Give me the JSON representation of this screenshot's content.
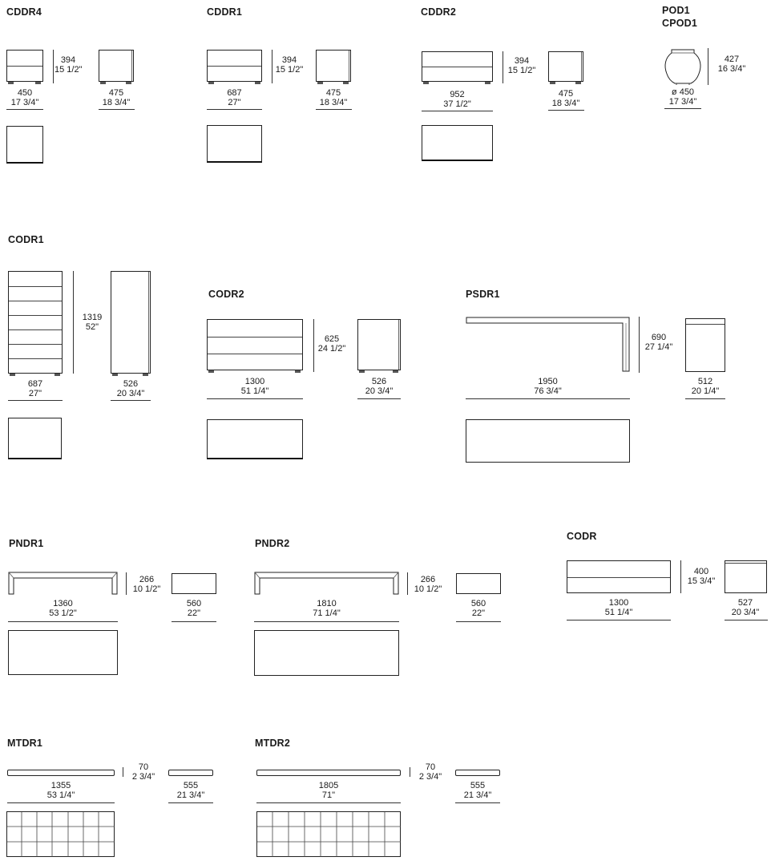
{
  "products": {
    "cddr4": {
      "code": "CDDR4",
      "height_mm": "394",
      "height_in": "15 1/2\"",
      "width_mm": "450",
      "width_in": "17 3/4\"",
      "depth_mm": "475",
      "depth_in": "18 3/4\""
    },
    "cddr1": {
      "code": "CDDR1",
      "height_mm": "394",
      "height_in": "15 1/2\"",
      "width_mm": "687",
      "width_in": "27\"",
      "depth_mm": "475",
      "depth_in": "18 3/4\""
    },
    "cddr2": {
      "code": "CDDR2",
      "height_mm": "394",
      "height_in": "15 1/2\"",
      "width_mm": "952",
      "width_in": "37 1/2\"",
      "depth_mm": "475",
      "depth_in": "18 3/4\""
    },
    "pod1": {
      "code": "POD1",
      "code2": "CPOD1",
      "height_mm": "427",
      "height_in": "16 3/4\"",
      "diameter_mm": "ø 450",
      "diameter_in": "17 3/4\""
    },
    "codr1": {
      "code": "CODR1",
      "height_mm": "1319",
      "height_in": "52\"",
      "width_mm": "687",
      "width_in": "27\"",
      "depth_mm": "526",
      "depth_in": "20 3/4\""
    },
    "codr2": {
      "code": "CODR2",
      "height_mm": "625",
      "height_in": "24 1/2\"",
      "width_mm": "1300",
      "width_in": "51 1/4\"",
      "depth_mm": "526",
      "depth_in": "20 3/4\""
    },
    "psdr1": {
      "code": "PSDR1",
      "height_mm": "690",
      "height_in": "27 1/4\"",
      "width_mm": "1950",
      "width_in": "76 3/4\"",
      "depth_mm": "512",
      "depth_in": "20 1/4\""
    },
    "pndr1": {
      "code": "PNDR1",
      "height_mm": "266",
      "height_in": "10 1/2\"",
      "width_mm": "1360",
      "width_in": "53 1/2\"",
      "depth_mm": "560",
      "depth_in": "22\""
    },
    "pndr2": {
      "code": "PNDR2",
      "height_mm": "266",
      "height_in": "10 1/2\"",
      "width_mm": "1810",
      "width_in": "71 1/4\"",
      "depth_mm": "560",
      "depth_in": "22\""
    },
    "codr": {
      "code": "CODR",
      "height_mm": "400",
      "height_in": "15 3/4\"",
      "width_mm": "1300",
      "width_in": "51 1/4\"",
      "depth_mm": "527",
      "depth_in": "20 3/4\""
    },
    "mtdr1": {
      "code": "MTDR1",
      "height_mm": "70",
      "height_in": "2 3/4\"",
      "width_mm": "1355",
      "width_in": "53 1/4\"",
      "depth_mm": "555",
      "depth_in": "21 3/4\""
    },
    "mtdr2": {
      "code": "MTDR2",
      "height_mm": "70",
      "height_in": "2 3/4\"",
      "width_mm": "1805",
      "width_in": "71\"",
      "depth_mm": "555",
      "depth_in": "21 3/4\""
    }
  }
}
